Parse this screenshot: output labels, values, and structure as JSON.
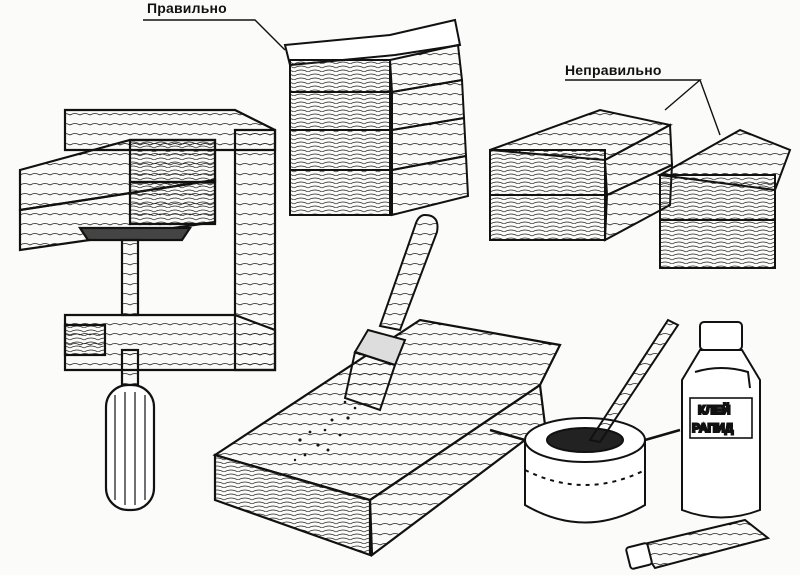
{
  "labels": {
    "correct": "Правильно",
    "incorrect": "Неправильно",
    "bottle_line1": "КЛЕЙ",
    "bottle_line2": "РАПИД"
  },
  "colors": {
    "ink": "#111111",
    "paper": "#fbfbfa"
  },
  "icons": [
    "clamp-icon",
    "brush-icon",
    "glue-pot-icon",
    "glue-bottle-icon",
    "glue-tube-icon"
  ]
}
